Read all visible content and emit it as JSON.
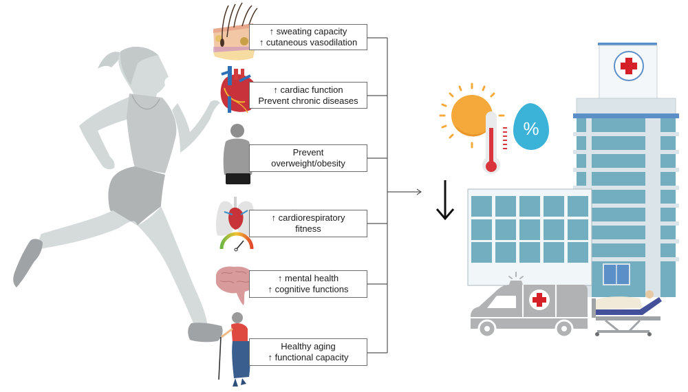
{
  "figure": {
    "subject": "runner-silhouette",
    "benefits": [
      {
        "icon": "skin-layers-icon",
        "lines": [
          "↑ sweating capacity",
          "↑ cutaneous vasodilation"
        ]
      },
      {
        "icon": "heart-icon",
        "lines": [
          "↑ cardiac function",
          "Prevent chronic diseases"
        ]
      },
      {
        "icon": "overweight-person-icon",
        "lines": [
          "Prevent",
          "overweight/obesity"
        ]
      },
      {
        "icon": "lungs-heart-gauge-icon",
        "lines": [
          "↑ cardiorespiratory",
          "fitness"
        ]
      },
      {
        "icon": "brain-icon",
        "lines": [
          "↑  mental health",
          "↑  cognitive functions"
        ]
      },
      {
        "icon": "elderly-woman-cane-icon",
        "lines": [
          "Healthy aging",
          "↑  functional capacity"
        ]
      }
    ],
    "outcome": {
      "direction_symbol": "↓",
      "heat_symbol": "sun-thermometer",
      "humidity_symbol": "%",
      "healthcare_icons": [
        "hospital-icon",
        "ambulance-icon",
        "hospital-bed-patient-icon"
      ]
    },
    "colors": {
      "connector": "#555555",
      "box_border": "#6b6b6b",
      "runner_skin": "#d7dcdc",
      "runner_clothes": "#b3b6b7",
      "sun": "#f6a93b",
      "thermometer_red": "#d9343b",
      "humidity_drop": "#3bb3d9",
      "hospital_glass": "#72aebf",
      "hospital_frame": "#dbe4e8",
      "hospital_accent": "#5b8fc8",
      "red_cross": "#d42026",
      "ambulance": "#b0b2b4"
    }
  }
}
